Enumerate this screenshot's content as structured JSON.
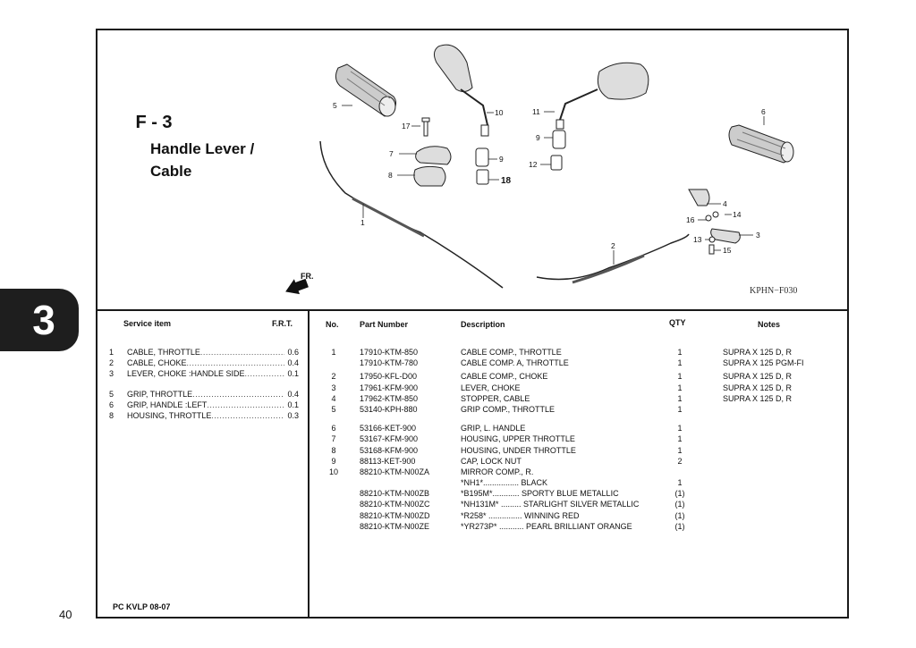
{
  "figure": {
    "code": "F - 3",
    "title_line1": "Handle Lever /",
    "title_line2": "Cable",
    "drawing_code": "KPHN−F030",
    "arrow_label": "FR."
  },
  "side_tab": "3",
  "page_number": "40",
  "footer_code": "PC KVLP 08-07",
  "service_headers": {
    "item": "Service item",
    "frt": "F.R.T."
  },
  "service_items": [
    {
      "num": "1",
      "name": "CABLE, THROTTLE",
      "frt": "0.6"
    },
    {
      "num": "2",
      "name": "CABLE, CHOKE",
      "frt": "0.4"
    },
    {
      "num": "3",
      "name": "LEVER, CHOKE :HANDLE SIDE",
      "frt": "0.1"
    },
    {
      "num": "5",
      "name": "GRIP, THROTTLE",
      "frt": "0.4"
    },
    {
      "num": "6",
      "name": "GRIP, HANDLE :LEFT",
      "frt": "0.1"
    },
    {
      "num": "8",
      "name": "HOUSING, THROTTLE",
      "frt": "0.3"
    }
  ],
  "parts_headers": {
    "no": "No.",
    "part_number": "Part Number",
    "description": "Description",
    "qty": "QTY",
    "notes": "Notes"
  },
  "parts": [
    {
      "no": "1",
      "pn": "17910-KTM-850",
      "desc": "CABLE COMP., THROTTLE",
      "qty": "1",
      "notes": "SUPRA X 125 D, R"
    },
    {
      "no": "",
      "pn": "17910-KTM-780",
      "desc": "CABLE COMP. A, THROTTLE",
      "qty": "1",
      "notes": "SUPRA X 125 PGM-FI"
    },
    {
      "no": "2",
      "pn": "17950-KFL-D00",
      "desc": "CABLE COMP., CHOKE",
      "qty": "1",
      "notes": "SUPRA X 125 D, R"
    },
    {
      "no": "3",
      "pn": "17961-KFM-900",
      "desc": "LEVER, CHOKE",
      "qty": "1",
      "notes": "SUPRA X 125 D, R"
    },
    {
      "no": "4",
      "pn": "17962-KTM-850",
      "desc": "STOPPER, CABLE",
      "qty": "1",
      "notes": "SUPRA X 125 D, R"
    },
    {
      "no": "5",
      "pn": "53140-KPH-880",
      "desc": "GRIP COMP., THROTTLE",
      "qty": "1",
      "notes": ""
    },
    {
      "no": "6",
      "pn": "53166-KET-900",
      "desc": "GRIP, L. HANDLE",
      "qty": "1",
      "notes": ""
    },
    {
      "no": "7",
      "pn": "53167-KFM-900",
      "desc": "HOUSING, UPPER THROTTLE",
      "qty": "1",
      "notes": ""
    },
    {
      "no": "8",
      "pn": "53168-KFM-900",
      "desc": "HOUSING, UNDER THROTTLE",
      "qty": "1",
      "notes": ""
    },
    {
      "no": "9",
      "pn": "88113-KET-900",
      "desc": "CAP, LOCK NUT",
      "qty": "2",
      "notes": ""
    },
    {
      "no": "10",
      "pn": "88210-KTM-N00ZA",
      "desc": "MIRROR COMP., R.",
      "qty": "",
      "notes": ""
    },
    {
      "no": "",
      "pn": "",
      "desc": "*NH1*................ BLACK",
      "qty": "1",
      "notes": ""
    },
    {
      "no": "",
      "pn": "88210-KTM-N00ZB",
      "desc": "*B195M*............ SPORTY BLUE METALLIC",
      "qty": "(1)",
      "notes": ""
    },
    {
      "no": "",
      "pn": "88210-KTM-N00ZC",
      "desc": "*NH131M* ......... STARLIGHT SILVER METALLIC",
      "qty": "(1)",
      "notes": ""
    },
    {
      "no": "",
      "pn": "88210-KTM-N00ZD",
      "desc": "*R258* ............... WINNING RED",
      "qty": "(1)",
      "notes": ""
    },
    {
      "no": "",
      "pn": "88210-KTM-N00ZE",
      "desc": "*YR273P* ........... PEARL BRILLIANT ORANGE",
      "qty": "(1)",
      "notes": ""
    }
  ],
  "callouts": [
    "1",
    "2",
    "3",
    "4",
    "5",
    "6",
    "7",
    "8",
    "9",
    "10",
    "11",
    "12",
    "13",
    "14",
    "15",
    "16",
    "17",
    "18",
    "9"
  ]
}
